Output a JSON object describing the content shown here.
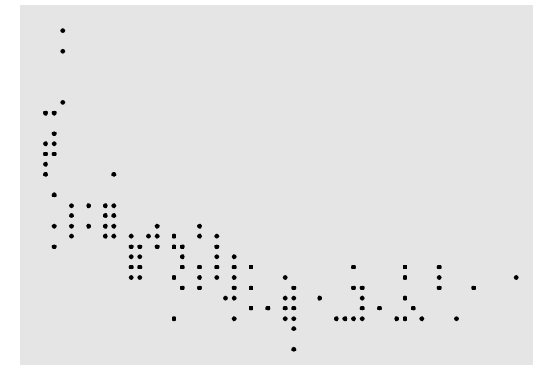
{
  "chart_data": {
    "type": "scatter",
    "title": "",
    "xlabel": "",
    "ylabel": "",
    "xlim": [
      1.2,
      7.2
    ],
    "ylim": [
      10.5,
      45.5
    ],
    "grid": false,
    "colors": {
      "panel": "#e5e5e5",
      "point": "#000000"
    },
    "points": [
      [
        1.5,
        35
      ],
      [
        1.5,
        32
      ],
      [
        1.5,
        31
      ],
      [
        1.5,
        30
      ],
      [
        1.5,
        29
      ],
      [
        1.7,
        43
      ],
      [
        1.7,
        41
      ],
      [
        1.7,
        36
      ],
      [
        1.6,
        35
      ],
      [
        1.6,
        33
      ],
      [
        1.6,
        32
      ],
      [
        1.6,
        31
      ],
      [
        1.6,
        27
      ],
      [
        1.6,
        24
      ],
      [
        1.6,
        22
      ],
      [
        1.8,
        26
      ],
      [
        1.8,
        25
      ],
      [
        1.8,
        24
      ],
      [
        1.8,
        23
      ],
      [
        2.0,
        26
      ],
      [
        2.0,
        24
      ],
      [
        2.2,
        26
      ],
      [
        2.2,
        25
      ],
      [
        2.2,
        24
      ],
      [
        2.2,
        23
      ],
      [
        2.3,
        29
      ],
      [
        2.3,
        26
      ],
      [
        2.3,
        25
      ],
      [
        2.3,
        24
      ],
      [
        2.3,
        23
      ],
      [
        2.5,
        23
      ],
      [
        2.5,
        22
      ],
      [
        2.5,
        21
      ],
      [
        2.5,
        20
      ],
      [
        2.5,
        19
      ],
      [
        2.6,
        22
      ],
      [
        2.6,
        21
      ],
      [
        2.6,
        20
      ],
      [
        2.6,
        19
      ],
      [
        2.7,
        23
      ],
      [
        2.8,
        24
      ],
      [
        2.8,
        23
      ],
      [
        2.8,
        22
      ],
      [
        3.0,
        23
      ],
      [
        3.0,
        22
      ],
      [
        3.0,
        19
      ],
      [
        3.0,
        15
      ],
      [
        3.1,
        22
      ],
      [
        3.1,
        21
      ],
      [
        3.1,
        20
      ],
      [
        3.1,
        18
      ],
      [
        3.3,
        24
      ],
      [
        3.3,
        23
      ],
      [
        3.3,
        20
      ],
      [
        3.3,
        19
      ],
      [
        3.3,
        18
      ],
      [
        3.5,
        23
      ],
      [
        3.5,
        22
      ],
      [
        3.5,
        21
      ],
      [
        3.5,
        20
      ],
      [
        3.5,
        19
      ],
      [
        3.6,
        17
      ],
      [
        3.7,
        21
      ],
      [
        3.7,
        20
      ],
      [
        3.7,
        19
      ],
      [
        3.7,
        18
      ],
      [
        3.7,
        17
      ],
      [
        3.7,
        15
      ],
      [
        3.9,
        20
      ],
      [
        3.9,
        18
      ],
      [
        3.9,
        16
      ],
      [
        4.1,
        16
      ],
      [
        4.3,
        19
      ],
      [
        4.3,
        17
      ],
      [
        4.3,
        16
      ],
      [
        4.3,
        15
      ],
      [
        4.4,
        18
      ],
      [
        4.4,
        17
      ],
      [
        4.4,
        16
      ],
      [
        4.4,
        15
      ],
      [
        4.4,
        14
      ],
      [
        4.4,
        12
      ],
      [
        4.7,
        17
      ],
      [
        4.9,
        15
      ],
      [
        5.0,
        15
      ],
      [
        5.1,
        20
      ],
      [
        5.1,
        18
      ],
      [
        5.1,
        15
      ],
      [
        5.2,
        18
      ],
      [
        5.2,
        17
      ],
      [
        5.2,
        16
      ],
      [
        5.2,
        15
      ],
      [
        5.4,
        16
      ],
      [
        5.6,
        15
      ],
      [
        5.7,
        20
      ],
      [
        5.7,
        19
      ],
      [
        5.7,
        17
      ],
      [
        5.7,
        15
      ],
      [
        5.8,
        16
      ],
      [
        5.9,
        15
      ],
      [
        6.1,
        20
      ],
      [
        6.1,
        19
      ],
      [
        6.1,
        18
      ],
      [
        6.3,
        15
      ],
      [
        6.5,
        18
      ],
      [
        7.0,
        19
      ]
    ]
  }
}
